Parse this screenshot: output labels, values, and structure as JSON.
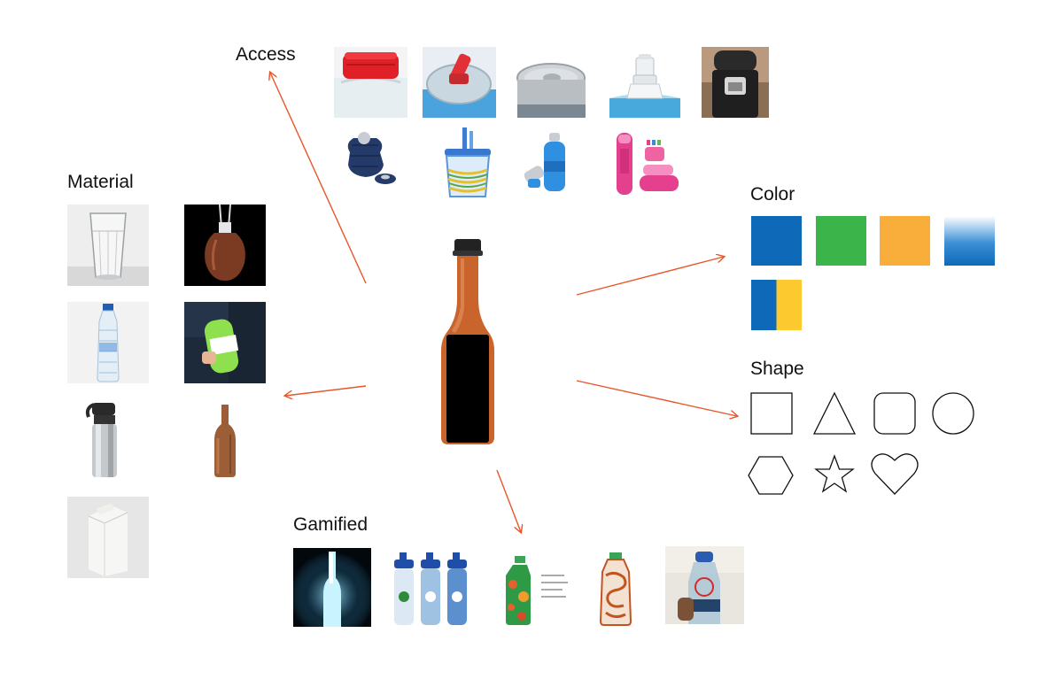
{
  "sections": {
    "access": "Access",
    "material": "Material",
    "color": "Color",
    "shape": "Shape",
    "gamified": "Gamified"
  },
  "colors": {
    "arrow": "#e8562a",
    "swatch_blue": "#0e6ab8",
    "swatch_green": "#3bb54a",
    "swatch_orange": "#f9ad3a",
    "swatch_gradient_end": "#ffffff",
    "swatch_split_yellow": "#fcc92e",
    "bottle_body": "#c8642c",
    "bottle_cap": "#222222"
  },
  "access_images": [
    "red-screw-cap-photo",
    "sport-spout-cap-photo",
    "pull-tab-can-photo",
    "valve-cap-pouch-photo",
    "flip-lid-photo",
    "roll-on-cap-photo",
    "straw-lid-cup-photo",
    "collapsible-blue-bottle-photo",
    "pink-collapsible-bottle-photo"
  ],
  "material_images": [
    "glass-tumbler-photo",
    "leather-flask-photo",
    "plastic-water-bottle-photo",
    "silicone-green-bottle-photo",
    "steel-flask-photo",
    "wooden-bottle-photo",
    "paper-carton-photo"
  ],
  "color_swatches": [
    "blue",
    "green",
    "orange",
    "blue-gradient",
    "blue-yellow-split"
  ],
  "shapes": [
    "square",
    "triangle",
    "rounded-square",
    "circle",
    "hexagon",
    "star",
    "heart"
  ],
  "gamified_images": [
    "glowing-bottle-photo",
    "printed-sport-bottles-photo",
    "doodle-bottle-photo",
    "maze-bottle-photo",
    "marble-bottle-photo"
  ],
  "center_image": "amber-bottle-photo"
}
